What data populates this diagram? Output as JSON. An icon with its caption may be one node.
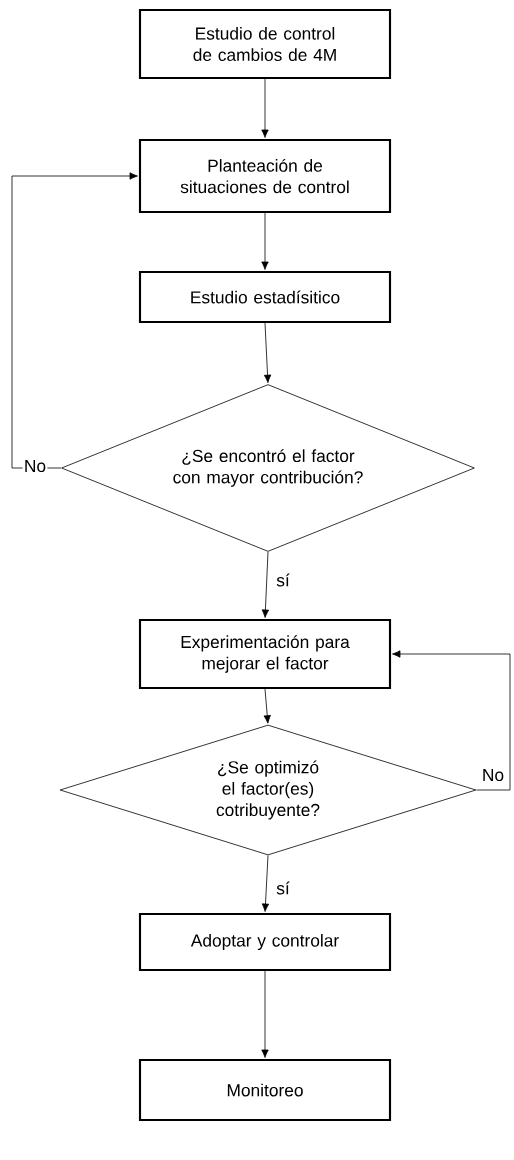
{
  "diagram": {
    "nodes": [
      {
        "text": [
          "Estudio de control de cambios de 4M"
        ]
      },
      {
        "text": [
          "Planteación de situaciones de control"
        ]
      },
      {
        "text": [
          "Estudio estadísitico"
        ]
      },
      {
        "text": [
          "¿Se encontró el factor con mayor contribución?"
        ]
      },
      {
        "text": [
          "Experimentación para mejorar el factor"
        ]
      },
      {
        "text": [
          "¿Se optimizó el factor(es) cotribuyente?"
        ]
      },
      {
        "text": [
          "Adoptar y controlar"
        ]
      },
      {
        "text": [
          "Monitoreo"
        ]
      }
    ],
    "edges": [
      {
        "from": 0,
        "to": 1,
        "arrow": "to"
      },
      {
        "from": 1,
        "to": 2,
        "arrow": "to"
      },
      {
        "from": 2,
        "to": 3,
        "arrow": "to"
      },
      {
        "from": 3,
        "to": 4,
        "arrow": "to",
        "label": "sí"
      },
      {
        "from": 3,
        "to": 1,
        "arrow": "to",
        "label": "No"
      },
      {
        "from": 4,
        "to": 5,
        "arrow": "to"
      },
      {
        "from": 5,
        "to": 4,
        "arrow": "to",
        "label": "No"
      },
      {
        "from": 5,
        "to": 6,
        "arrow": "to",
        "label": "sí"
      },
      {
        "from": 6,
        "to": 7,
        "arrow": "to"
      }
    ]
  }
}
